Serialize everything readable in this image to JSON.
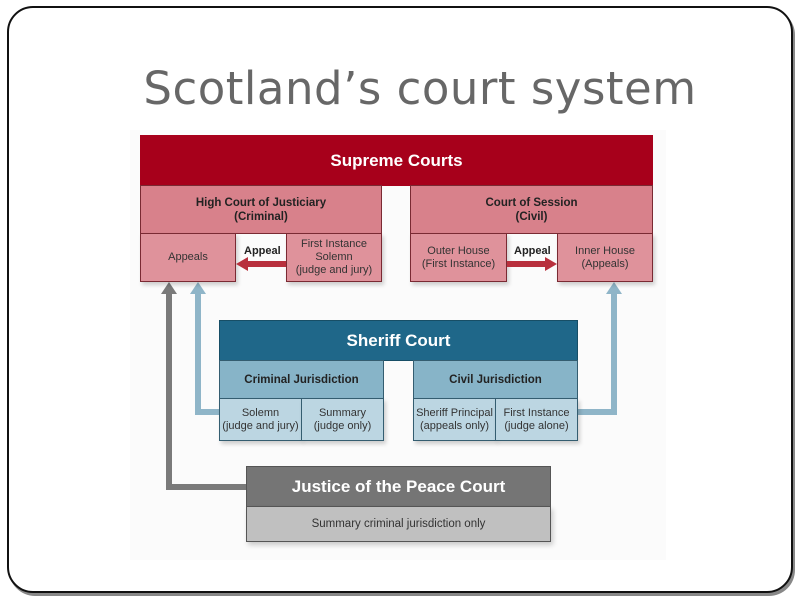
{
  "slide": {
    "title": "Scotland’s court system"
  },
  "colors": {
    "supreme_header": "#a7001b",
    "supreme_sub": "#d8818b",
    "supreme_cell": "#df929b",
    "appeal_arrow_red": "#b8303d",
    "sheriff_header": "#1f6789",
    "sheriff_sub": "#87b4c8",
    "sheriff_cell": "#bcd6e2",
    "sheriff_connector": "#8fb5c8",
    "jp_header": "#757575",
    "jp_body": "#c0c0c0",
    "jp_connector": "#7a7a7a",
    "title_text": "#676767"
  },
  "diagram": {
    "supreme": {
      "title": "Supreme Courts",
      "high_court": {
        "title": "High Court of Justiciary\n(Criminal)",
        "appeals": "Appeals",
        "first_instance": "First Instance\nSolemn\n(judge and jury)",
        "arrow_label": "Appeal"
      },
      "court_of_session": {
        "title": "Court of Session\n(Civil)",
        "outer_house": "Outer House\n(First Instance)",
        "inner_house": "Inner House\n(Appeals)",
        "arrow_label": "Appeal"
      }
    },
    "sheriff": {
      "title": "Sheriff Court",
      "criminal": {
        "title": "Criminal Jurisdiction",
        "solemn": "Solemn\n(judge and jury)",
        "summary": "Summary\n(judge only)"
      },
      "civil": {
        "title": "Civil Jurisdiction",
        "sheriff_principal": "Sheriff Principal\n(appeals only)",
        "first_instance": "First Instance\n(judge alone)"
      }
    },
    "jp": {
      "title": "Justice of the Peace Court",
      "body": "Summary criminal jurisdiction only"
    }
  }
}
